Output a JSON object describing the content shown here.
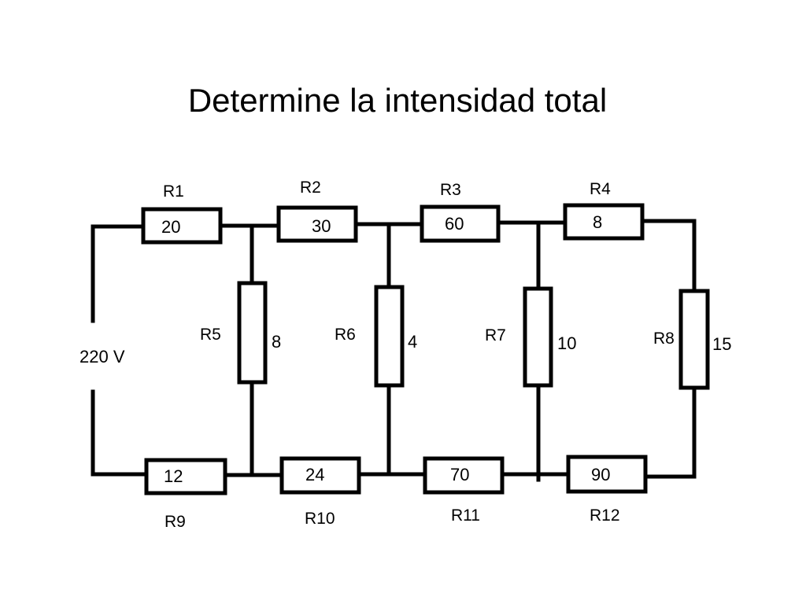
{
  "title": "Determine la intensidad total",
  "source_label": "220 V",
  "resistors": [
    {
      "name": "R1",
      "value": "20"
    },
    {
      "name": "R2",
      "value": "30"
    },
    {
      "name": "R3",
      "value": "60"
    },
    {
      "name": "R4",
      "value": "8"
    },
    {
      "name": "R5",
      "value": "8"
    },
    {
      "name": "R6",
      "value": "4"
    },
    {
      "name": "R7",
      "value": "10"
    },
    {
      "name": "R8",
      "value": "15"
    },
    {
      "name": "R9",
      "value": "12"
    },
    {
      "name": "R10",
      "value": "24"
    },
    {
      "name": "R11",
      "value": "70"
    },
    {
      "name": "R12",
      "value": "90"
    }
  ]
}
